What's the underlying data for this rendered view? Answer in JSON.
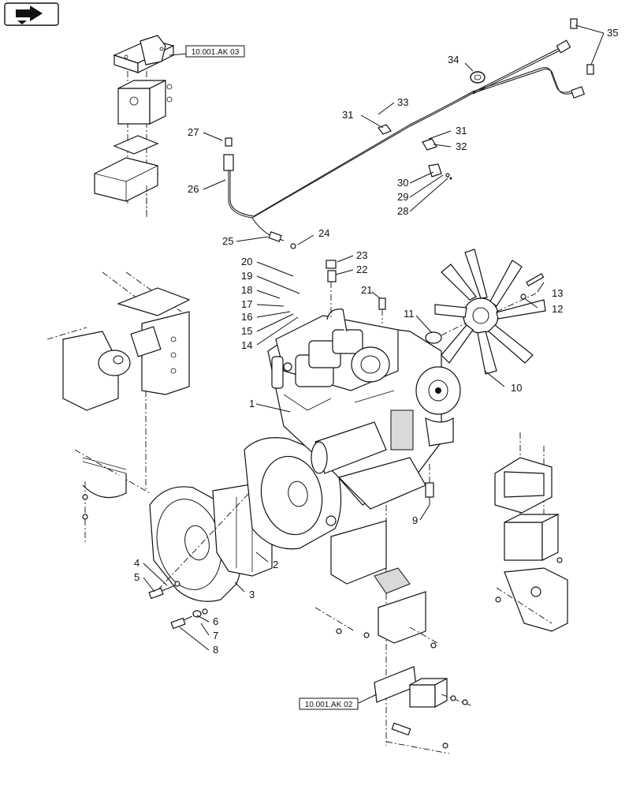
{
  "nav_icon": "arrow-to-page-icon",
  "references": {
    "top": "10.001.AK 03",
    "bottom": "10.001.AK 02"
  },
  "callouts": {
    "c1": "1",
    "c2": "2",
    "c3": "3",
    "c4": "4",
    "c5": "5",
    "c6": "6",
    "c7": "7",
    "c8": "8",
    "c9": "9",
    "c10": "10",
    "c11": "11",
    "c12": "12",
    "c13": "13",
    "c14": "14",
    "c15": "15",
    "c16": "16",
    "c17": "17",
    "c18": "18",
    "c19": "19",
    "c20": "20",
    "c21": "21",
    "c22": "22",
    "c23": "23",
    "c24": "24",
    "c25": "25",
    "c26": "26",
    "c27": "27",
    "c28": "28",
    "c29": "29",
    "c30": "30",
    "c31a": "31",
    "c31b": "31",
    "c32": "32",
    "c33": "33",
    "c34": "34",
    "c35": "35"
  }
}
